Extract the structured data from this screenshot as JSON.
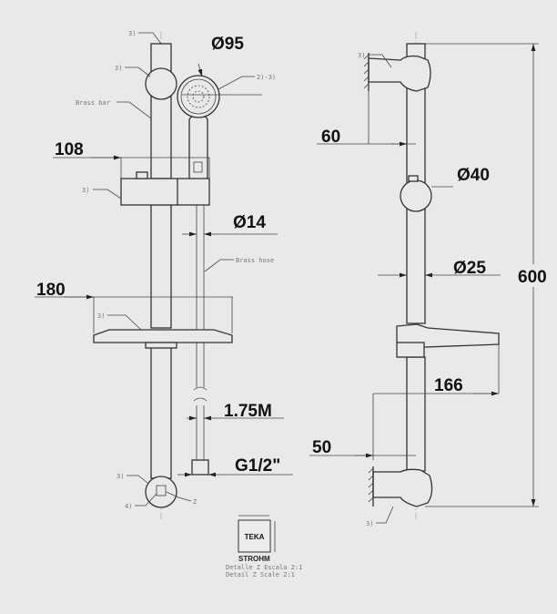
{
  "front_view": {
    "dims": {
      "head_dia": "Ø95",
      "holder_width": "108",
      "hose_dia": "Ø14",
      "dish_width": "180",
      "hose_length": "1.75M",
      "thread": "G1/2\""
    },
    "callouts": {
      "top": "3)",
      "ball": "3)",
      "bar": "Brass bar",
      "head": "2)-3)",
      "holder": "3)",
      "hose": "Brass hose",
      "dish": "3)",
      "bottom": "3)",
      "cap": "4)",
      "detail": "Z"
    }
  },
  "side_view": {
    "dims": {
      "offset": "60",
      "ball_dia": "Ø40",
      "bar_dia": "Ø25",
      "height": "600",
      "dish_depth": "166",
      "bottom_offset": "50"
    },
    "callouts": {
      "top": "3)",
      "bottom": "3)"
    }
  },
  "detail": {
    "logo": "TEKA",
    "brand": "STROHM",
    "caption_es": "Detalle Z Escala 2:1",
    "caption_en": "Detail Z Scale 2:1"
  }
}
